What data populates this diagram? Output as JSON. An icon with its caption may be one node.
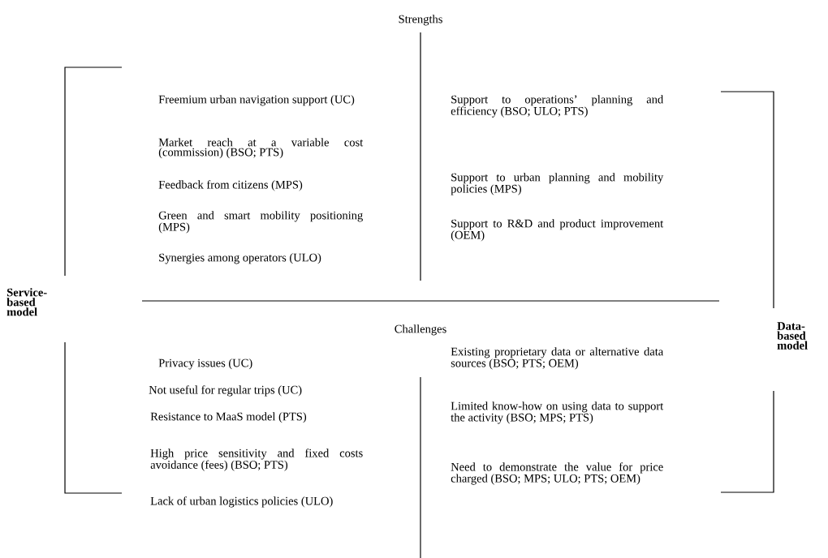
{
  "diagram": {
    "labels": [
      "Strengths",
      "Freemium urban navigation support (UC)",
      "Support to operations’ planning and efficiency (BSO; ULO; PTS)",
      "Market reach at a variable cost (commission) (BSO; PTS)",
      "Support to urban planning and mobility policies (MPS)",
      "Feedback from citizens (MPS)",
      "Support to R&D and product improvement (OEM)",
      "Green and smart mobility positioning (MPS)",
      "Synergies among operators (ULO)",
      "Service-based model",
      "Data-based model",
      "Challenges",
      "Privacy issues (UC)",
      "Existing proprietary data or alternative data sources (BSO; PTS; OEM)",
      "Not useful for regular trips (UC)",
      "Resistance to MaaS model (PTS)",
      "Limited know-how on using data to support the activity (BSO; MPS; PTS)",
      "High price sensitivity and fixed costs avoidance (fees) (BSO; PTS)",
      "Need to demonstrate the value for price charged (BSO; MPS; ULO; PTS; OEM)",
      "Lack of urban logistics policies (ULO)"
    ]
  }
}
